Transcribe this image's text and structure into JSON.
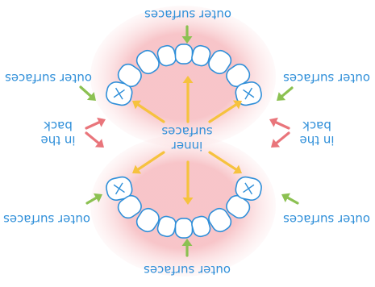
{
  "labels": {
    "outer_top": "outer surfaces",
    "outer_bottom": "outer surfaces",
    "outer_upper_left": "outer surfaces",
    "outer_upper_right": "outer surfaces",
    "outer_lower_left": "outer surfaces",
    "outer_lower_right": "outer surfaces",
    "back_left_line1": "in the",
    "back_left_line2": "back",
    "back_right_line1": "in the",
    "back_right_line2": "back",
    "inner_line1": "inner",
    "inner_line2": "surfaces"
  },
  "colors": {
    "text": "#2f8fd9",
    "outer_arrow": "#8cc152",
    "back_arrow": "#e9757b",
    "inner_arrow": "#f6c23e",
    "gum": "#f7c7c9",
    "tooth_fill": "#ffffff",
    "tooth_stroke": "#2f8fd9"
  },
  "notes": {
    "orientation": "whole image rendered upside-down (rotated 180 degrees)"
  }
}
